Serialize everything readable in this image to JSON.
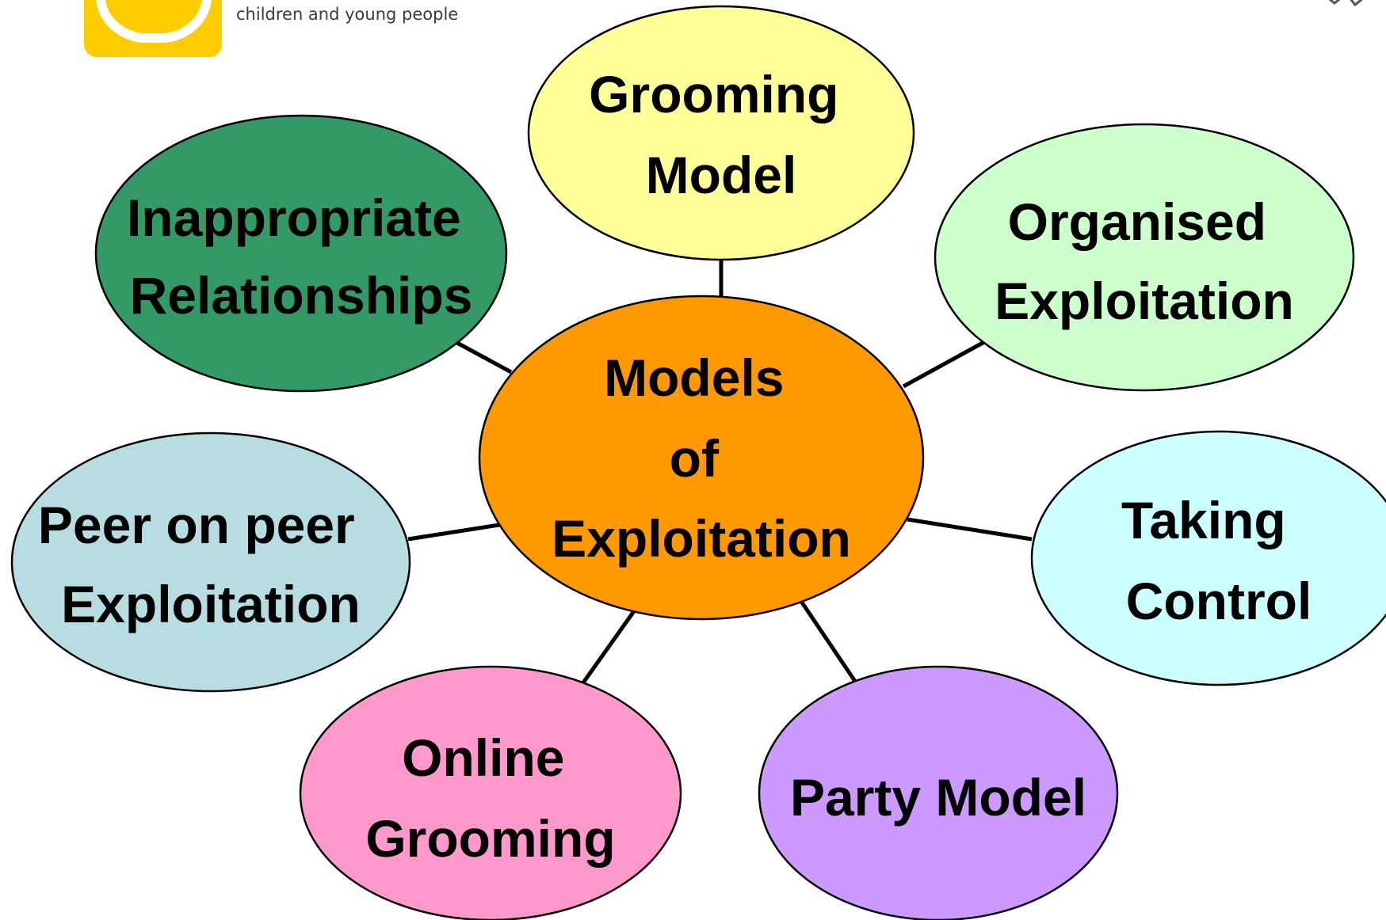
{
  "header": {
    "logo_color": "#FFCC00",
    "tagline": "children and young people"
  },
  "diagram": {
    "center": {
      "lines": [
        "Models",
        "of",
        "Exploitation"
      ],
      "color": "#FF9900"
    },
    "nodes": [
      {
        "id": "grooming-model",
        "lines": [
          "Grooming",
          "Model"
        ],
        "color": "#FFFF99"
      },
      {
        "id": "organised-exploitation",
        "lines": [
          "Organised",
          "Exploitation"
        ],
        "color": "#CCFFCC"
      },
      {
        "id": "taking-control",
        "lines": [
          "Taking",
          "Control"
        ],
        "color": "#CCFFFF"
      },
      {
        "id": "party-model",
        "lines": [
          "Party Model"
        ],
        "color": "#CC99FF"
      },
      {
        "id": "online-grooming",
        "lines": [
          "Online",
          "Grooming"
        ],
        "color": "#FF99CC"
      },
      {
        "id": "peer-on-peer-exploitation",
        "lines": [
          "Peer on peer",
          "Exploitation"
        ],
        "color": "#B7DDE2"
      },
      {
        "id": "inappropriate-relationships",
        "lines": [
          "Inappropriate",
          "Relationships"
        ],
        "color": "#339966"
      }
    ]
  }
}
